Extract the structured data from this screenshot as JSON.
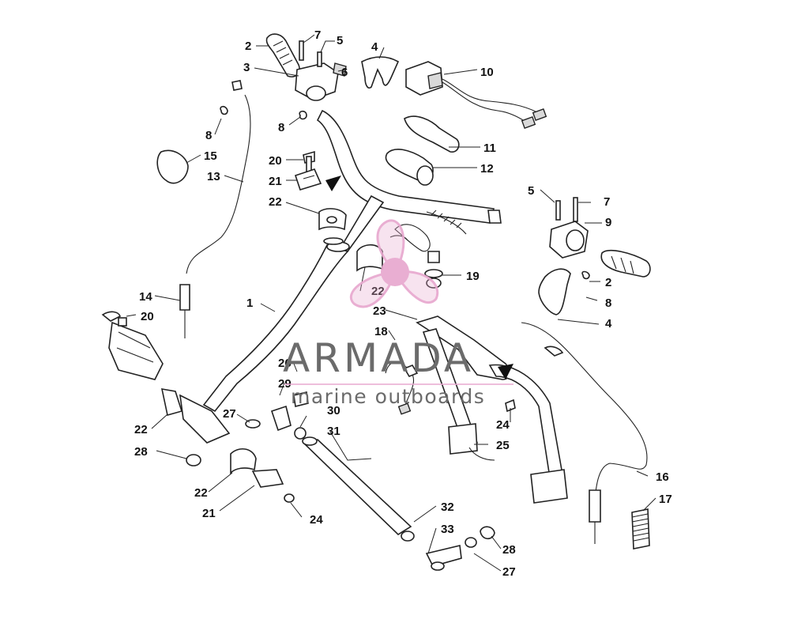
{
  "diagram": {
    "callouts": [
      {
        "id": "c2a",
        "text": "2"
      },
      {
        "id": "c7a",
        "text": "7"
      },
      {
        "id": "c5a",
        "text": "5"
      },
      {
        "id": "c3",
        "text": "3"
      },
      {
        "id": "c6",
        "text": "6"
      },
      {
        "id": "c4a",
        "text": "4"
      },
      {
        "id": "c10",
        "text": "10"
      },
      {
        "id": "c8a",
        "text": "8"
      },
      {
        "id": "c8b",
        "text": "8"
      },
      {
        "id": "c11",
        "text": "11"
      },
      {
        "id": "c15",
        "text": "15"
      },
      {
        "id": "c13",
        "text": "13"
      },
      {
        "id": "c20a",
        "text": "20"
      },
      {
        "id": "c21a",
        "text": "21"
      },
      {
        "id": "c12",
        "text": "12"
      },
      {
        "id": "c22a",
        "text": "22"
      },
      {
        "id": "c5b",
        "text": "5"
      },
      {
        "id": "c7b",
        "text": "7"
      },
      {
        "id": "c9",
        "text": "9"
      },
      {
        "id": "c19",
        "text": "19"
      },
      {
        "id": "c22b",
        "text": "22"
      },
      {
        "id": "c2b",
        "text": "2"
      },
      {
        "id": "c14",
        "text": "14"
      },
      {
        "id": "c23",
        "text": "23"
      },
      {
        "id": "c8c",
        "text": "8"
      },
      {
        "id": "c1",
        "text": "1"
      },
      {
        "id": "c20b",
        "text": "20"
      },
      {
        "id": "c4b",
        "text": "4"
      },
      {
        "id": "c18",
        "text": "18"
      },
      {
        "id": "c26",
        "text": "26"
      },
      {
        "id": "c29",
        "text": "29"
      },
      {
        "id": "c27a",
        "text": "27"
      },
      {
        "id": "c30",
        "text": "30"
      },
      {
        "id": "c24a",
        "text": "24"
      },
      {
        "id": "c22c",
        "text": "22"
      },
      {
        "id": "c31",
        "text": "31"
      },
      {
        "id": "c25",
        "text": "25"
      },
      {
        "id": "c28a",
        "text": "28"
      },
      {
        "id": "c16",
        "text": "16"
      },
      {
        "id": "c22d",
        "text": "22"
      },
      {
        "id": "c17",
        "text": "17"
      },
      {
        "id": "c21b",
        "text": "21"
      },
      {
        "id": "c24b",
        "text": "24"
      },
      {
        "id": "c32",
        "text": "32"
      },
      {
        "id": "c33",
        "text": "33"
      },
      {
        "id": "c28b",
        "text": "28"
      },
      {
        "id": "c27b",
        "text": "27"
      }
    ]
  },
  "watermark": {
    "title": "ARMADA",
    "subtitle": "marine outboards",
    "logo_color": "#e8a8cf"
  }
}
